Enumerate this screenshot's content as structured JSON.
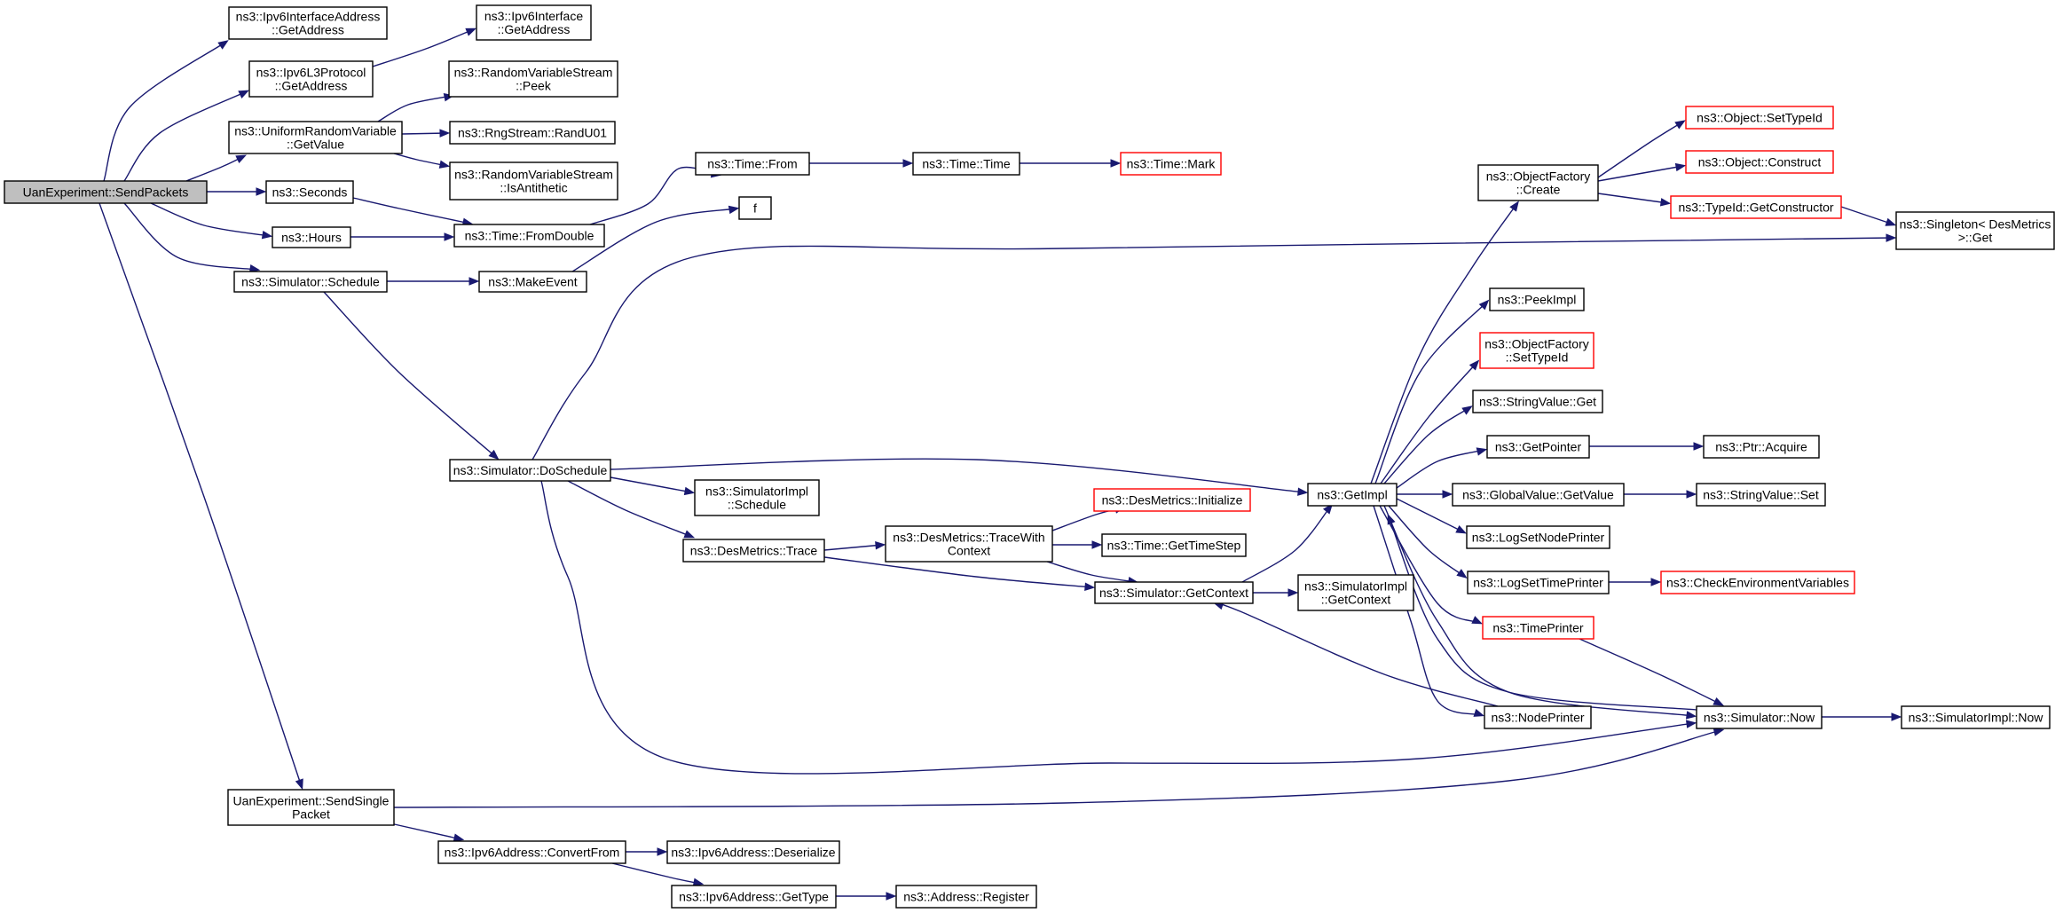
{
  "colors": {
    "edge": "#191970",
    "truncated_border": "#ff0000",
    "root_fill": "#bfbfbf"
  },
  "nodes": [
    {
      "id": "n0",
      "lines": [
        "UanExperiment::SendPackets"
      ],
      "root": true
    },
    {
      "id": "n1",
      "lines": [
        "ns3::Ipv6InterfaceAddress",
        "::GetAddress"
      ]
    },
    {
      "id": "n2",
      "lines": [
        "ns3::Ipv6L3Protocol",
        "::GetAddress"
      ]
    },
    {
      "id": "n3",
      "lines": [
        "ns3::Ipv6Interface",
        "::GetAddress"
      ]
    },
    {
      "id": "n4",
      "lines": [
        "ns3::UniformRandomVariable",
        "::GetValue"
      ]
    },
    {
      "id": "n5",
      "lines": [
        "ns3::RandomVariableStream",
        "::Peek"
      ]
    },
    {
      "id": "n6",
      "lines": [
        "ns3::RngStream::RandU01"
      ]
    },
    {
      "id": "n7",
      "lines": [
        "ns3::RandomVariableStream",
        "::IsAntithetic"
      ]
    },
    {
      "id": "n8",
      "lines": [
        "ns3::Seconds"
      ]
    },
    {
      "id": "n9",
      "lines": [
        "ns3::Time::FromDouble"
      ]
    },
    {
      "id": "n10",
      "lines": [
        "ns3::Time::From"
      ]
    },
    {
      "id": "n11",
      "lines": [
        "ns3::Time::Time"
      ]
    },
    {
      "id": "n12",
      "lines": [
        "ns3::Time::Mark"
      ],
      "truncated": true
    },
    {
      "id": "n13",
      "lines": [
        "ns3::Hours"
      ]
    },
    {
      "id": "n14",
      "lines": [
        "ns3::Simulator::Schedule"
      ]
    },
    {
      "id": "n15",
      "lines": [
        "ns3::MakeEvent"
      ]
    },
    {
      "id": "n16",
      "lines": [
        "f"
      ]
    },
    {
      "id": "n17",
      "lines": [
        "ns3::Simulator::DoSchedule"
      ]
    },
    {
      "id": "n18",
      "lines": [
        "ns3::Singleton< DesMetrics",
        " >::Get"
      ]
    },
    {
      "id": "n19",
      "lines": [
        "ns3::GetImpl"
      ]
    },
    {
      "id": "n20",
      "lines": [
        "ns3::ObjectFactory",
        "::Create"
      ]
    },
    {
      "id": "n21",
      "lines": [
        "ns3::Object::SetTypeId"
      ],
      "truncated": true
    },
    {
      "id": "n22",
      "lines": [
        "ns3::Object::Construct"
      ],
      "truncated": true
    },
    {
      "id": "n23",
      "lines": [
        "ns3::TypeId::GetConstructor"
      ],
      "truncated": true
    },
    {
      "id": "n24",
      "lines": [
        "ns3::PeekImpl"
      ]
    },
    {
      "id": "n25",
      "lines": [
        "ns3::ObjectFactory",
        "::SetTypeId"
      ],
      "truncated": true
    },
    {
      "id": "n26",
      "lines": [
        "ns3::StringValue::Get"
      ]
    },
    {
      "id": "n27",
      "lines": [
        "ns3::GetPointer"
      ]
    },
    {
      "id": "n28",
      "lines": [
        "ns3::Ptr::Acquire"
      ]
    },
    {
      "id": "n29",
      "lines": [
        "ns3::GlobalValue::GetValue"
      ]
    },
    {
      "id": "n30",
      "lines": [
        "ns3::StringValue::Set"
      ]
    },
    {
      "id": "n31",
      "lines": [
        "ns3::LogSetNodePrinter"
      ]
    },
    {
      "id": "n32",
      "lines": [
        "ns3::LogSetTimePrinter"
      ]
    },
    {
      "id": "n33",
      "lines": [
        "ns3::CheckEnvironmentVariables"
      ],
      "truncated": true
    },
    {
      "id": "n34",
      "lines": [
        "ns3::TimePrinter"
      ],
      "truncated": true
    },
    {
      "id": "n35",
      "lines": [
        "ns3::NodePrinter"
      ]
    },
    {
      "id": "n36",
      "lines": [
        "ns3::Simulator::Now"
      ]
    },
    {
      "id": "n37",
      "lines": [
        "ns3::SimulatorImpl::Now"
      ]
    },
    {
      "id": "n38",
      "lines": [
        "ns3::SimulatorImpl",
        "::Schedule"
      ]
    },
    {
      "id": "n39",
      "lines": [
        "ns3::DesMetrics::Trace"
      ]
    },
    {
      "id": "n40",
      "lines": [
        "ns3::DesMetrics::TraceWith",
        "Context"
      ]
    },
    {
      "id": "n41",
      "lines": [
        "ns3::DesMetrics::Initialize"
      ],
      "truncated": true
    },
    {
      "id": "n42",
      "lines": [
        "ns3::Time::GetTimeStep"
      ]
    },
    {
      "id": "n43",
      "lines": [
        "ns3::Simulator::GetContext"
      ]
    },
    {
      "id": "n44",
      "lines": [
        "ns3::SimulatorImpl",
        "::GetContext"
      ]
    },
    {
      "id": "n45",
      "lines": [
        "UanExperiment::SendSingle",
        "Packet"
      ]
    },
    {
      "id": "n46",
      "lines": [
        "ns3::Ipv6Address::ConvertFrom"
      ]
    },
    {
      "id": "n47",
      "lines": [
        "ns3::Ipv6Address::Deserialize"
      ]
    },
    {
      "id": "n48",
      "lines": [
        "ns3::Ipv6Address::GetType"
      ]
    },
    {
      "id": "n49",
      "lines": [
        "ns3::Address::Register"
      ]
    }
  ]
}
